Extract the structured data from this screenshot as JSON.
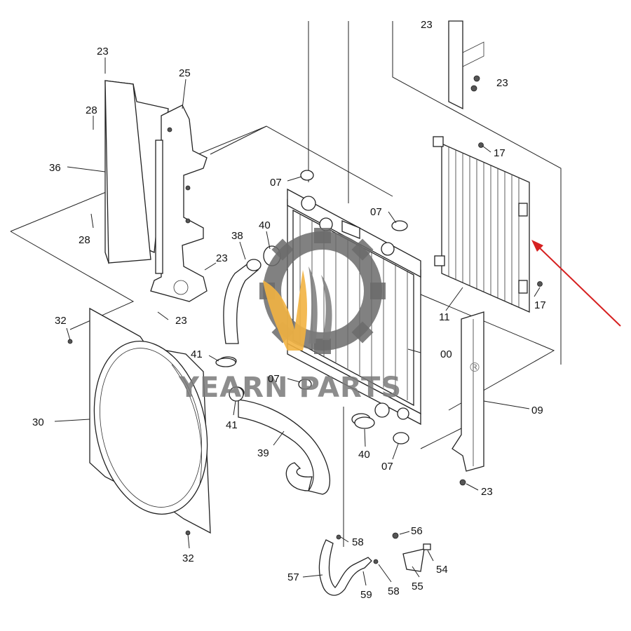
{
  "callouts": {
    "c23_top": "23",
    "c23_top_right": "23",
    "c23_upper_right": "23",
    "c25": "25",
    "c28_upper": "28",
    "c36": "36",
    "c28_lower": "28",
    "c07_cap_left": "07",
    "c07_cap_right": "07",
    "c17_top": "17",
    "c40_upper": "40",
    "c38": "38",
    "c23_mid": "23",
    "c23_bracket_bottom": "23",
    "c11": "11",
    "c17_bottom": "17",
    "c32_top": "32",
    "c41_upper": "41",
    "c00": "00",
    "c07_lower_left": "07",
    "c30": "30",
    "c41_lower": "41",
    "c09": "09",
    "c39": "39",
    "c40_lower": "40",
    "c07_lower_right": "07",
    "c23_bottom_right": "23",
    "c56": "56",
    "c58_upper": "58",
    "c54": "54",
    "c32_bottom": "32",
    "c57": "57",
    "c59": "59",
    "c58_lower": "58",
    "c55": "55"
  },
  "watermark": {
    "text": "YEARN PARTS",
    "registered": "®",
    "gear_color": "#6b6b6b",
    "flame_color": "#f2b341"
  },
  "arrow_color": "#d62020"
}
